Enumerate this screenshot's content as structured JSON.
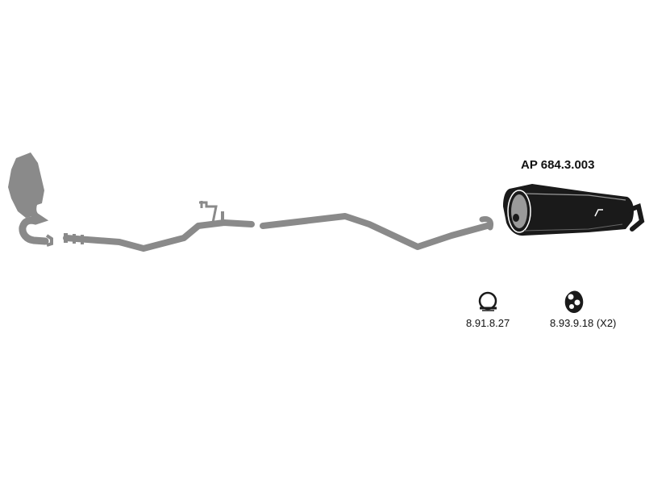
{
  "diagram": {
    "colors": {
      "pipe": "#8a8a8a",
      "muffler_body": "#1a1a1a",
      "muffler_highlight": "#9a9a9a",
      "text": "#111111"
    },
    "parts": [
      {
        "id": "catalytic-converter",
        "label": "",
        "icon": "catalytic-converter-icon"
      },
      {
        "id": "front-pipe",
        "label": "",
        "icon": "front-pipe-icon"
      },
      {
        "id": "middle-pipe",
        "label": "",
        "icon": "middle-pipe-icon"
      },
      {
        "id": "rear-muffler",
        "label": "AP 684.3.003",
        "icon": "muffler-icon"
      },
      {
        "id": "clamp",
        "label": "8.91.8.27",
        "icon": "clamp-icon"
      },
      {
        "id": "rubber-hanger",
        "label": "8.93.9.18 (X2)",
        "icon": "rubber-hanger-icon"
      }
    ]
  }
}
